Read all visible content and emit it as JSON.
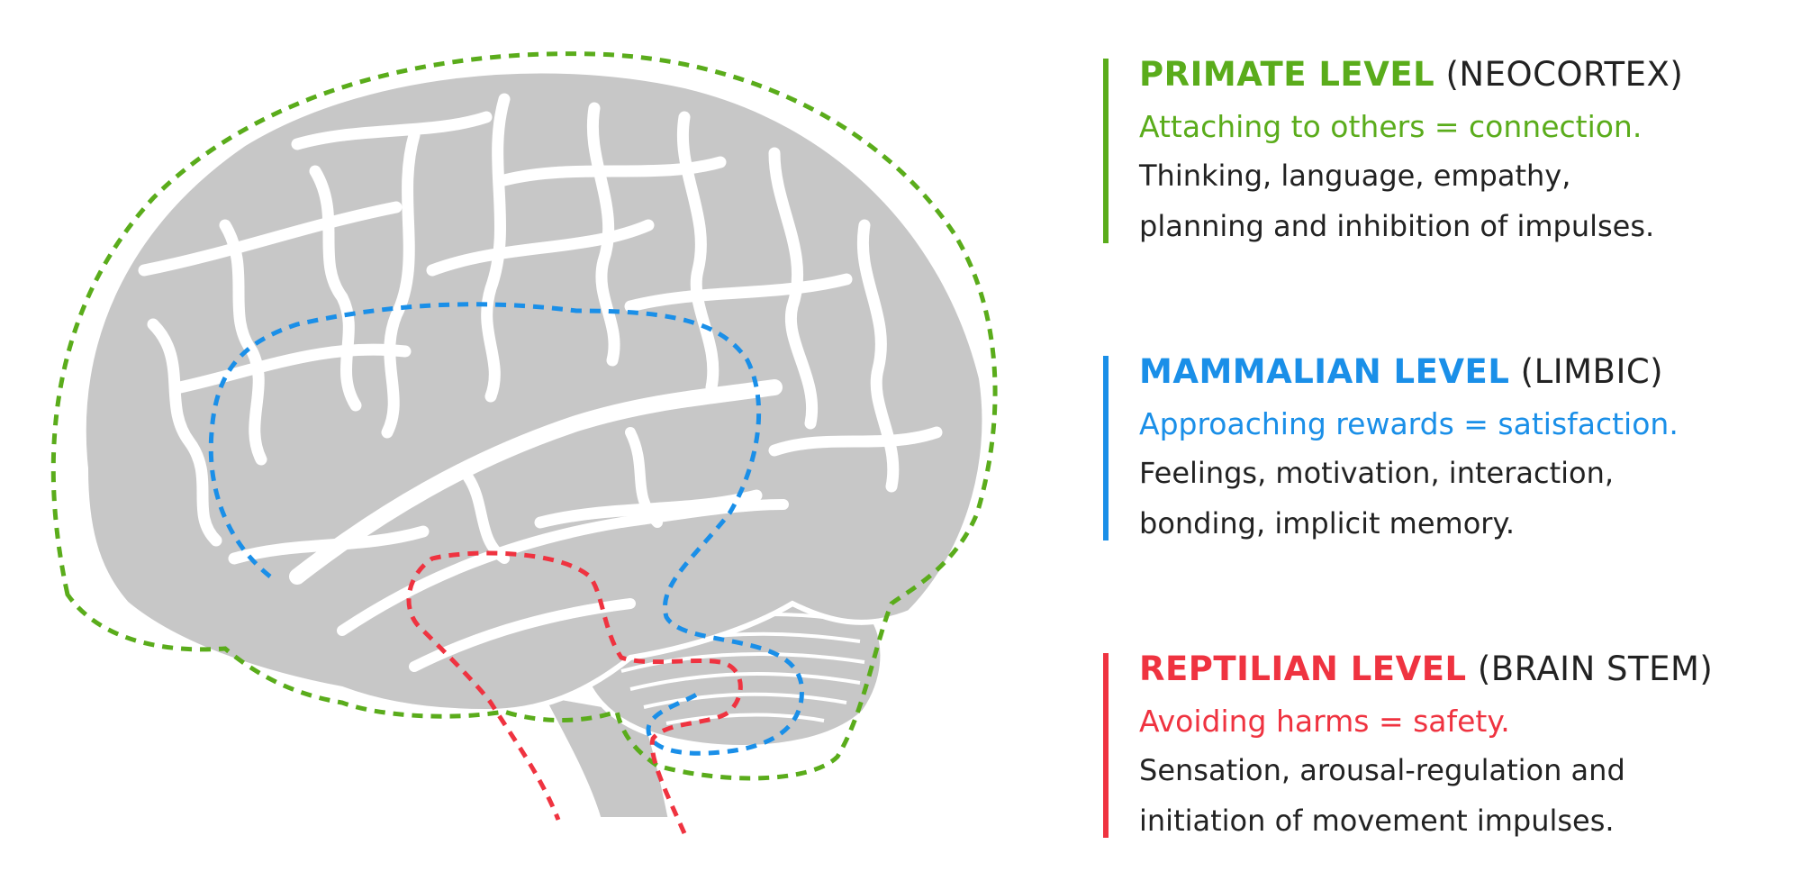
{
  "colors": {
    "primate": "#5aac1b",
    "mammalian": "#1a8fe8",
    "reptilian": "#ef3340",
    "brain_fill": "#c7c7c7",
    "brain_lines": "#ffffff"
  },
  "levels": [
    {
      "id": "primate",
      "name": "PRIMATE LEVEL",
      "sub": "(NEOCORTEX)",
      "tagline": "Attaching to others = connection.",
      "desc_line1": "Thinking, language, empathy,",
      "desc_line2": "planning and inhibition of impulses."
    },
    {
      "id": "mammalian",
      "name": "MAMMALIAN LEVEL",
      "sub": "(LIMBIC)",
      "tagline": "Approaching rewards = satisfaction.",
      "desc_line1": "Feelings, motivation, interaction,",
      "desc_line2": "bonding, implicit memory."
    },
    {
      "id": "reptilian",
      "name": "REPTILIAN LEVEL",
      "sub": "(BRAIN STEM)",
      "tagline": "Avoiding harms = safety.",
      "desc_line1": "Sensation, arousal-regulation and",
      "desc_line2": "initiation of movement impulses."
    }
  ]
}
